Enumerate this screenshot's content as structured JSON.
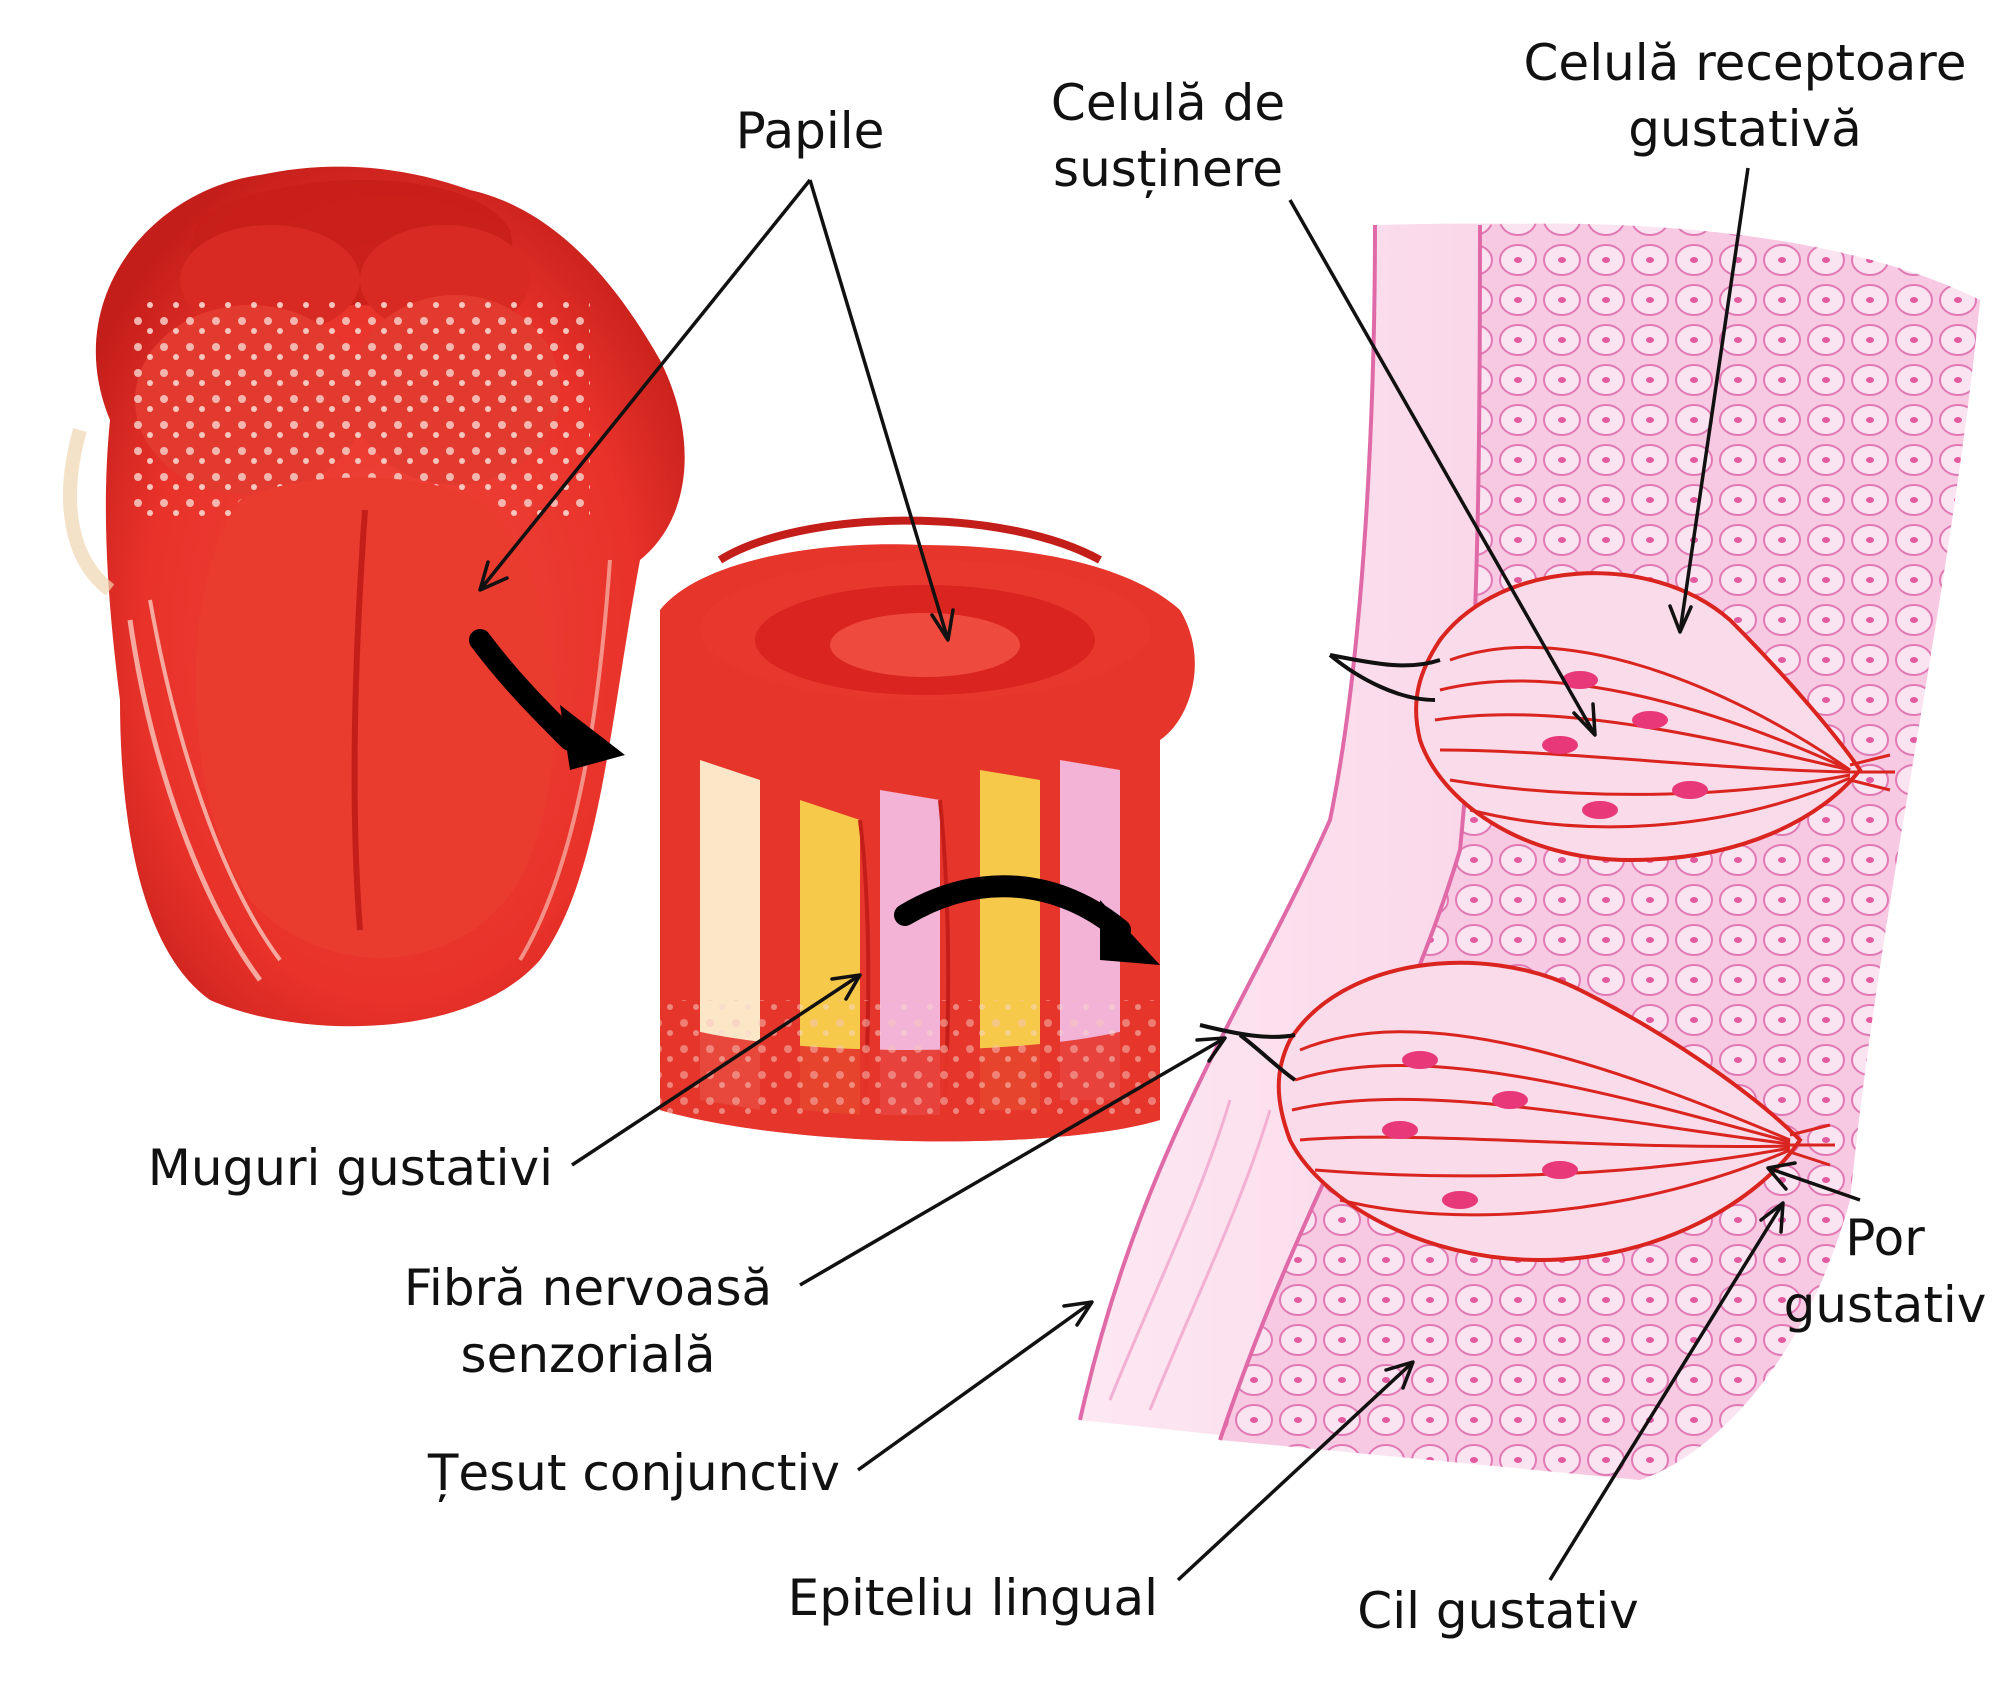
{
  "labels": {
    "papile": "Papile",
    "celula_sustinere_l1": "Celulă de",
    "celula_sustinere_l2": "susținere",
    "celula_receptoare_l1": "Celulă receptoare",
    "celula_receptoare_l2": "gustativă",
    "muguri": "Muguri gustativi",
    "fibra_l1": "Fibră nervoasă",
    "fibra_l2": "senzorială",
    "tesut": "Țesut conjunctiv",
    "epiteliu": "Epiteliu lingual",
    "cil": "Cil gustativ",
    "por_l1": "Por",
    "por_l2": "gustativ"
  },
  "colors": {
    "tongue_red": "#e8322a",
    "tongue_dark": "#c41e1a",
    "tissue_pink": "#f3b3d6",
    "tissue_light": "#fbe3f0",
    "tissue_line": "#e06aa8",
    "bud_red": "#d9241f",
    "yellow": "#f6c94a"
  }
}
